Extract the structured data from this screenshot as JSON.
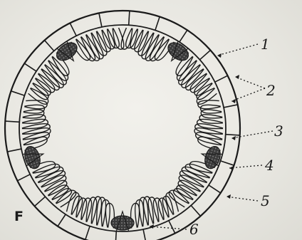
{
  "figure": {
    "panel_letter": "F",
    "labels": [
      {
        "id": "1",
        "text": "1"
      },
      {
        "id": "2",
        "text": "2"
      },
      {
        "id": "3",
        "text": "3"
      },
      {
        "id": "4",
        "text": "4"
      },
      {
        "id": "5",
        "text": "5"
      },
      {
        "id": "6",
        "text": "6"
      }
    ]
  },
  "colors": {
    "ink": "#1a1a1a",
    "paper": "#e9e8e2"
  }
}
